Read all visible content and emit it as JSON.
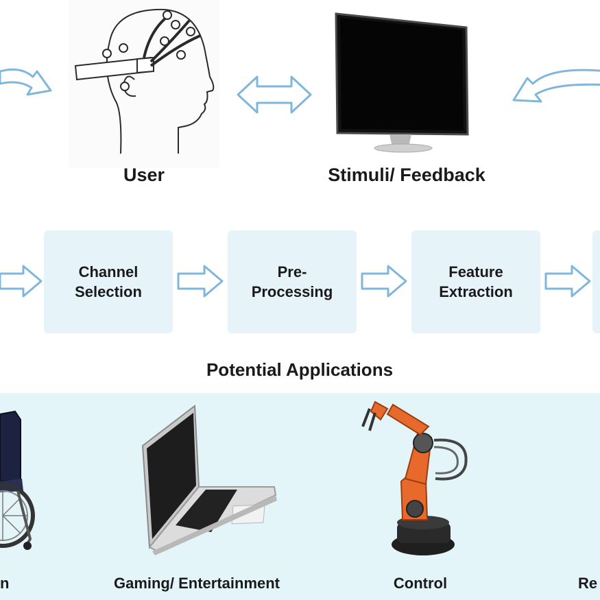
{
  "top": {
    "user_label": "User",
    "stimuli_label": "Stimuli/ Feedback"
  },
  "pipeline": {
    "boxes": [
      {
        "line1": "Channel",
        "line2": "Selection"
      },
      {
        "line1": "Pre-",
        "line2": "Processing"
      },
      {
        "line1": "Feature",
        "line2": "Extraction"
      }
    ]
  },
  "applications": {
    "heading": "Potential Applications",
    "items": [
      {
        "label": "n"
      },
      {
        "label": "Gaming/ Entertainment"
      },
      {
        "label": "Control"
      },
      {
        "label": "Re"
      }
    ]
  },
  "colors": {
    "arrow_stroke": "#7fb6dc",
    "box_fill": "#e6f4fa",
    "panel_fill": "#e4f5fa",
    "robot_orange": "#e8692c"
  },
  "icons": [
    "eeg-headset-head-icon",
    "monitor-icon",
    "wheelchair-icon",
    "laptop-icon",
    "robot-arm-icon"
  ]
}
